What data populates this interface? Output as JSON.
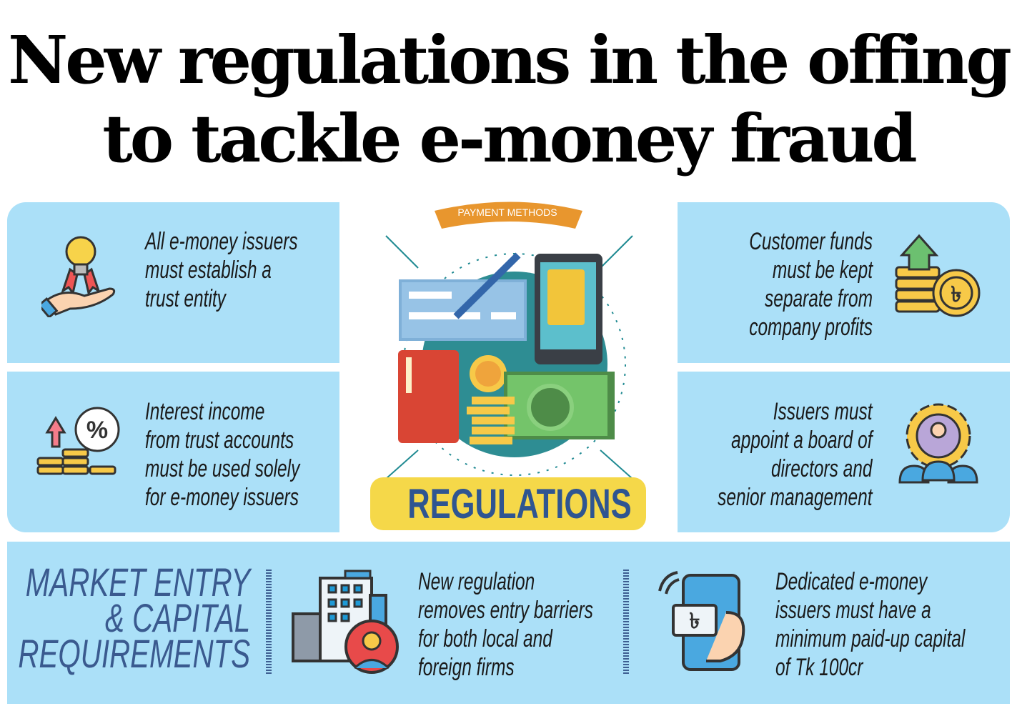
{
  "title": {
    "line1": "New regulations in the offing",
    "line2": "to tackle e-money fraud"
  },
  "center": {
    "banner": "PAYMENT METHODS",
    "label": "REGULATIONS"
  },
  "panels": {
    "top_left": {
      "lines": [
        "All e-money issuers",
        "must establish a",
        "trust entity"
      ],
      "icon": "lightbulb-hand-icon"
    },
    "mid_left": {
      "lines": [
        "Interest income",
        "from trust accounts",
        "must be used solely",
        "for e-money issuers"
      ],
      "icon": "interest-coins-icon"
    },
    "top_right": {
      "lines": [
        "Customer funds",
        "must be kept",
        "separate from",
        "company profits"
      ],
      "icon": "taka-coins-growth-icon"
    },
    "mid_right": {
      "lines": [
        "Issuers must",
        "appoint a board of",
        "directors and",
        "senior management"
      ],
      "icon": "management-gear-icon"
    }
  },
  "bottom": {
    "heading": [
      "MARKET ENTRY",
      "& CAPITAL",
      "REQUIREMENTS"
    ],
    "item1": {
      "lines": [
        "New regulation",
        "removes entry barriers",
        "for both local and",
        "foreign firms"
      ],
      "icon": "building-businessman-icon"
    },
    "item2": {
      "lines": [
        "Dedicated e-money",
        "issuers must have a",
        "minimum paid-up capital",
        "of Tk 100cr"
      ],
      "icon": "mobile-taka-payment-icon"
    }
  },
  "colors": {
    "panel": "#abe0f8",
    "heading": "#3a5a8f",
    "regulations_bg": "#f5d849",
    "banner": "#e8962e"
  }
}
